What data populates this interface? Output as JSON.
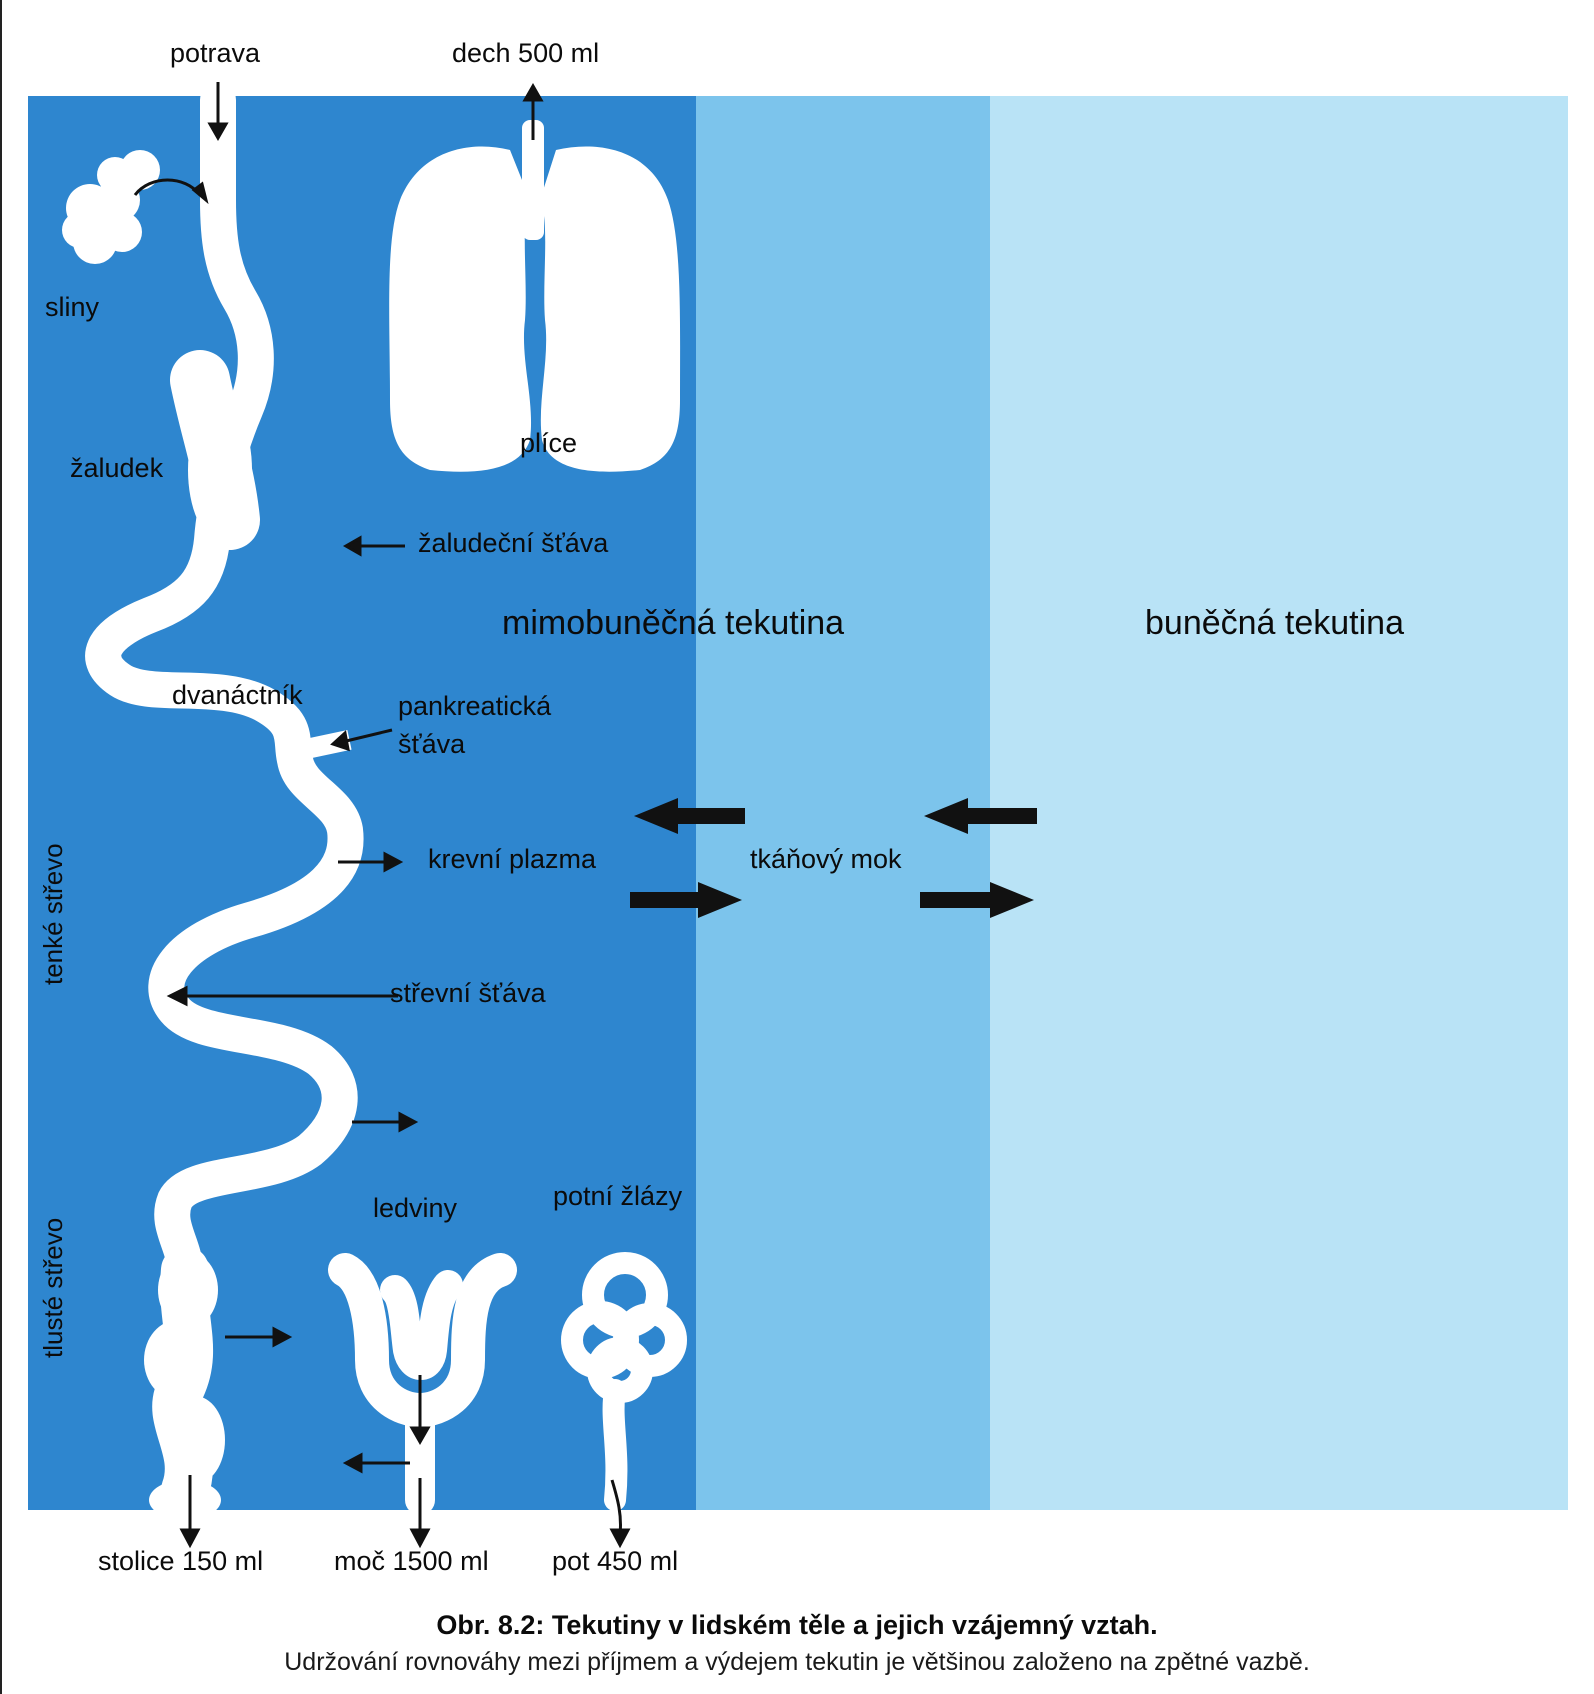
{
  "labels": {
    "potrava": "potrava",
    "dech": "dech 500 ml",
    "sliny": "sliny",
    "plice": "plíce",
    "zaludek": "žaludek",
    "zaludecni_stava": "žaludeční šťáva",
    "mimobunecna": "mimobuněčná tekutina",
    "bunecna": "buněčná tekutina",
    "dvanactnik": "dvanáctník",
    "pankreaticka_1": "pankreatická",
    "pankreaticka_2": "šťáva",
    "krevni_plazma": "krevní plazma",
    "tkanovy_mok": "tkáňový mok",
    "tenke_strevo": "tenké střevo",
    "strevni_stava": "střevní šťáva",
    "ledviny": "ledviny",
    "potni_zlazy": "potní žlázy",
    "tluste_strevo": "tlusté střevo",
    "stolice": "stolice 150 ml",
    "moc": "moč 1500 ml",
    "pot": "pot 450 ml"
  },
  "caption": {
    "title": "Obr. 8.2: Tekutiny v lidském těle a jejich vzájemný vztah.",
    "subtitle": "Udržování rovnováhy mezi příjmem a výdejem tekutin je většinou založeno na zpětné vazbě."
  },
  "colors": {
    "plasma": "#2e86cf",
    "tissue_fluid": "#7cc4ec",
    "cell_fluid": "#b9e3f6",
    "organ": "#ffffff",
    "arrow": "#111111"
  }
}
